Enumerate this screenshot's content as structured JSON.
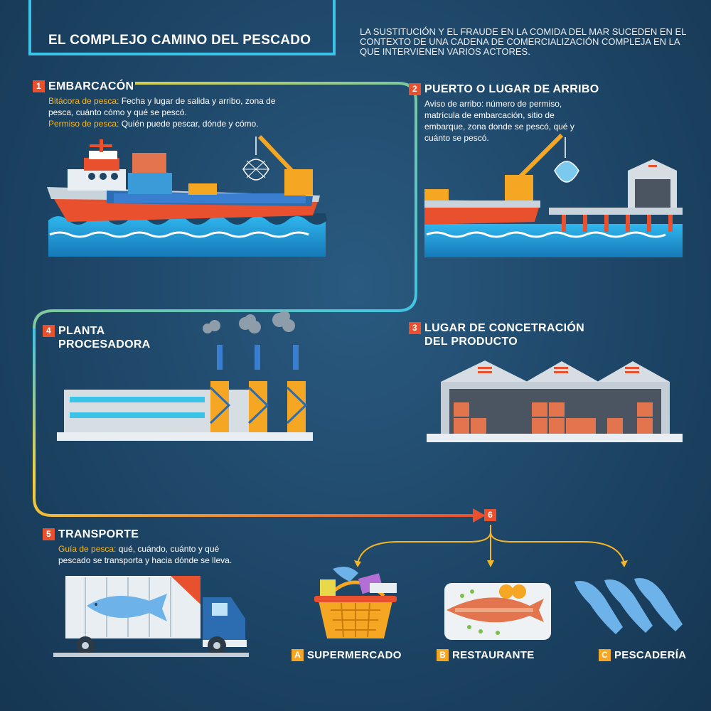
{
  "header": {
    "title": "EL COMPLEJO CAMINO DEL PESCADO",
    "intro": "LA SUSTITUCIÓN Y EL FRAUDE EN LA COMIDA DEL MAR SUCEDEN EN EL CONTEXTO DE UNA CADENA DE COMERCIALIZACIÓN COMPLEJA EN LA QUE INTERVIENEN VARIOS ACTORES."
  },
  "steps": {
    "s1": {
      "number": "1",
      "title": "EMBARCACÓN",
      "label_a": "Bitácora de pesca:",
      "text_a": " Fecha y lugar de salida y arribo, zona de pesca, cuánto cómo y qué se pescó.",
      "label_b": "Permiso de pesca:",
      "text_b": " Quién puede pescar, dónde y cómo."
    },
    "s2": {
      "number": "2",
      "title": "PUERTO O LUGAR DE ARRIBO",
      "text": "Aviso de arribo: número de permiso, matrícula de embarcación, sitio de embarque, zona donde se pescó, qué y cuánto se pescó."
    },
    "s3": {
      "number": "3",
      "title_line1": "LUGAR DE CONCETRACIÓN",
      "title_line2": "DEL PRODUCTO"
    },
    "s4": {
      "number": "4",
      "title_line1": "PLANTA",
      "title_line2": "PROCESADORA"
    },
    "s5": {
      "number": "5",
      "title": "TRANSPORTE",
      "label_a": "Guía de pesca:",
      "text_a": " qué, cuándo, cuánto y qué pescado se transporta y hacia dónde se lleva."
    },
    "s6": {
      "number": "6"
    }
  },
  "destinations": [
    {
      "letter": "A",
      "label": "SUPERMERCADO"
    },
    {
      "letter": "B",
      "label": "RESTAURANTE"
    },
    {
      "letter": "C",
      "label": "PESCADERÍA"
    }
  ],
  "colors": {
    "accent_orange": "#e9502e",
    "accent_yellow": "#f5b62a",
    "title_border": "#3cc3e8",
    "sea": "#1fa3e0",
    "background": "#1d4566"
  }
}
